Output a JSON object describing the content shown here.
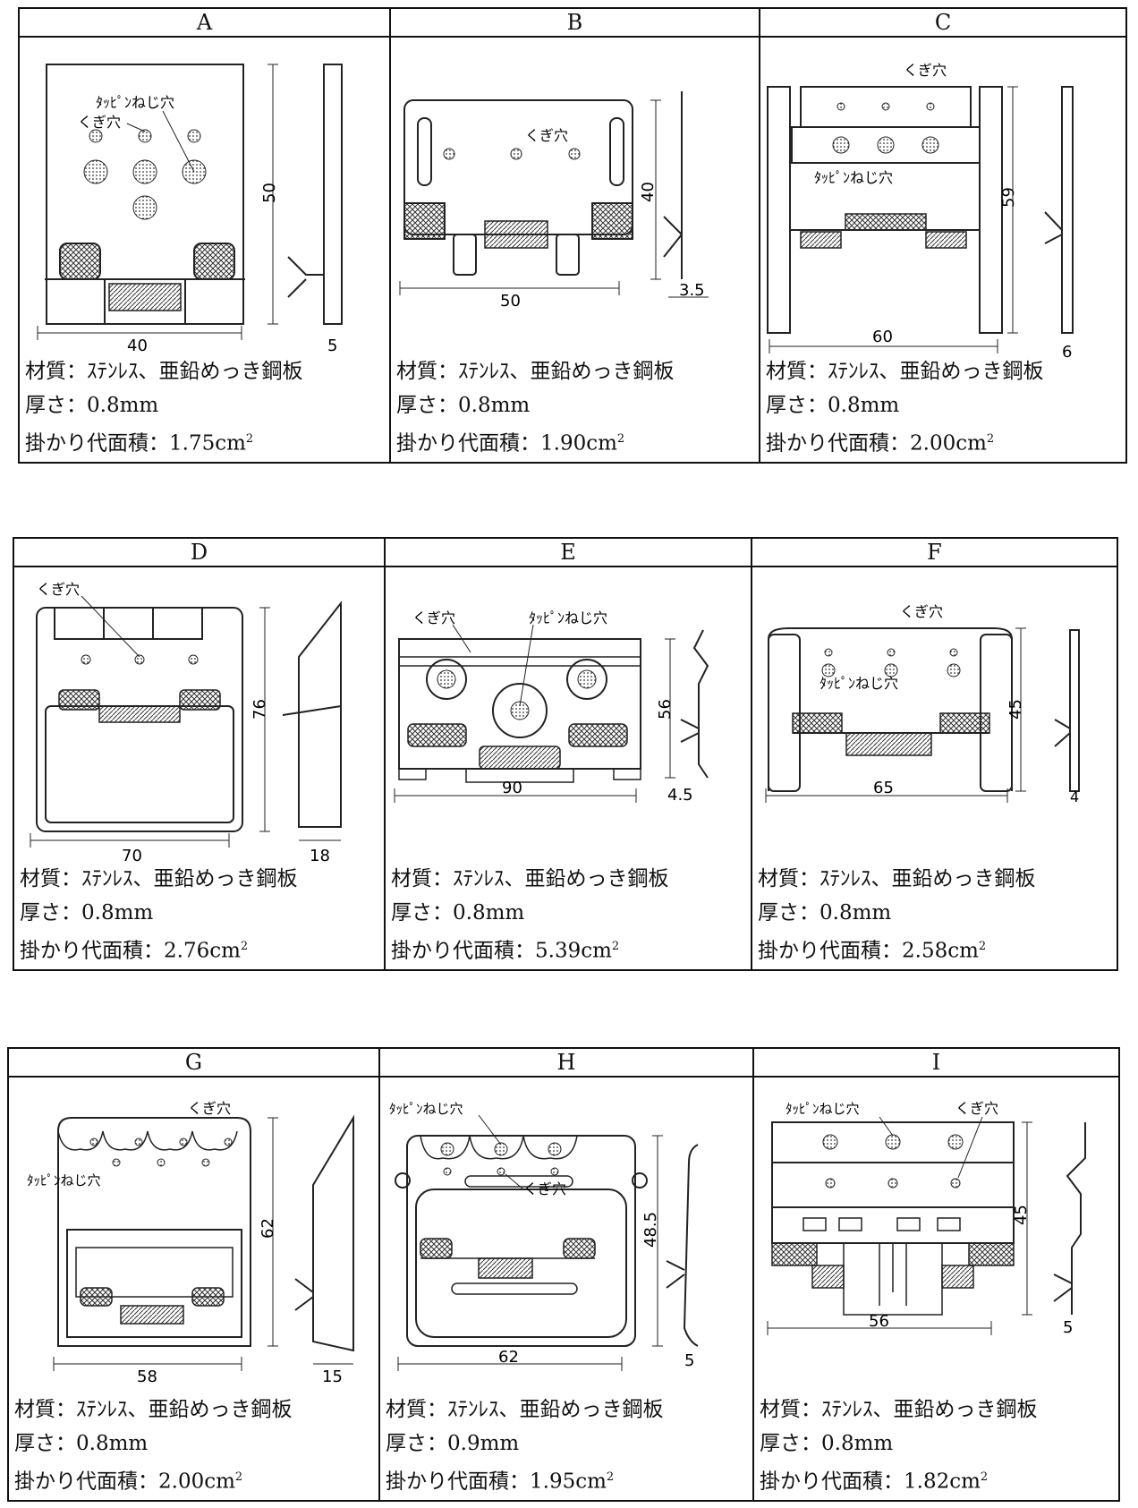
{
  "labels": {
    "nail_hole": "くぎ穴",
    "screw_hole": "ﾀｯﾋﾟﾝねじ穴"
  },
  "rows": [
    {
      "cells": [
        {
          "id": "A",
          "material": "材質：ｽﾃﾝﾚｽ、亜鉛めっき鋼板",
          "thickness": "厚さ：0.8mm",
          "area": "掛かり代面積：1.75cm",
          "width": "40",
          "height": "50",
          "depth": "5"
        },
        {
          "id": "B",
          "material": "材質：ｽﾃﾝﾚｽ、亜鉛めっき鋼板",
          "thickness": "厚さ：0.8mm",
          "area": "掛かり代面積：1.90cm",
          "width": "50",
          "height": "40",
          "depth": "3.5"
        },
        {
          "id": "C",
          "material": "材質：ｽﾃﾝﾚｽ、亜鉛めっき鋼板",
          "thickness": "厚さ：0.8mm",
          "area": "掛かり代面積：2.00cm",
          "width": "60",
          "height": "59",
          "depth": "6"
        }
      ]
    },
    {
      "cells": [
        {
          "id": "D",
          "material": "材質：ｽﾃﾝﾚｽ、亜鉛めっき鋼板",
          "thickness": "厚さ：0.8mm",
          "area": "掛かり代面積：2.76cm",
          "width": "70",
          "height": "76",
          "depth": "18"
        },
        {
          "id": "E",
          "material": "材質：ｽﾃﾝﾚｽ、亜鉛めっき鋼板",
          "thickness": "厚さ：0.8mm",
          "area": "掛かり代面積：5.39cm",
          "width": "90",
          "height": "56",
          "depth": "4.5"
        },
        {
          "id": "F",
          "material": "材質：ｽﾃﾝﾚｽ、亜鉛めっき鋼板",
          "thickness": "厚さ：0.8mm",
          "area": "掛かり代面積：2.58cm",
          "width": "65",
          "height": "45",
          "depth": "4"
        }
      ]
    },
    {
      "cells": [
        {
          "id": "G",
          "material": "材質：ｽﾃﾝﾚｽ、亜鉛めっき鋼板",
          "thickness": "厚さ：0.8mm",
          "area": "掛かり代面積：2.00cm",
          "width": "58",
          "height": "62",
          "depth": "15"
        },
        {
          "id": "H",
          "material": "材質：ｽﾃﾝﾚｽ、亜鉛めっき鋼板",
          "thickness": "厚さ：0.9mm",
          "area": "掛かり代面積：1.95cm",
          "width": "62",
          "height": "48.5",
          "depth": "5"
        },
        {
          "id": "I",
          "material": "材質：ｽﾃﾝﾚｽ、亜鉛めっき鋼板",
          "thickness": "厚さ：0.8mm",
          "area": "掛かり代面積：1.82cm",
          "width": "56",
          "height": "45",
          "depth": "5"
        }
      ]
    }
  ],
  "area_superscript": "2"
}
